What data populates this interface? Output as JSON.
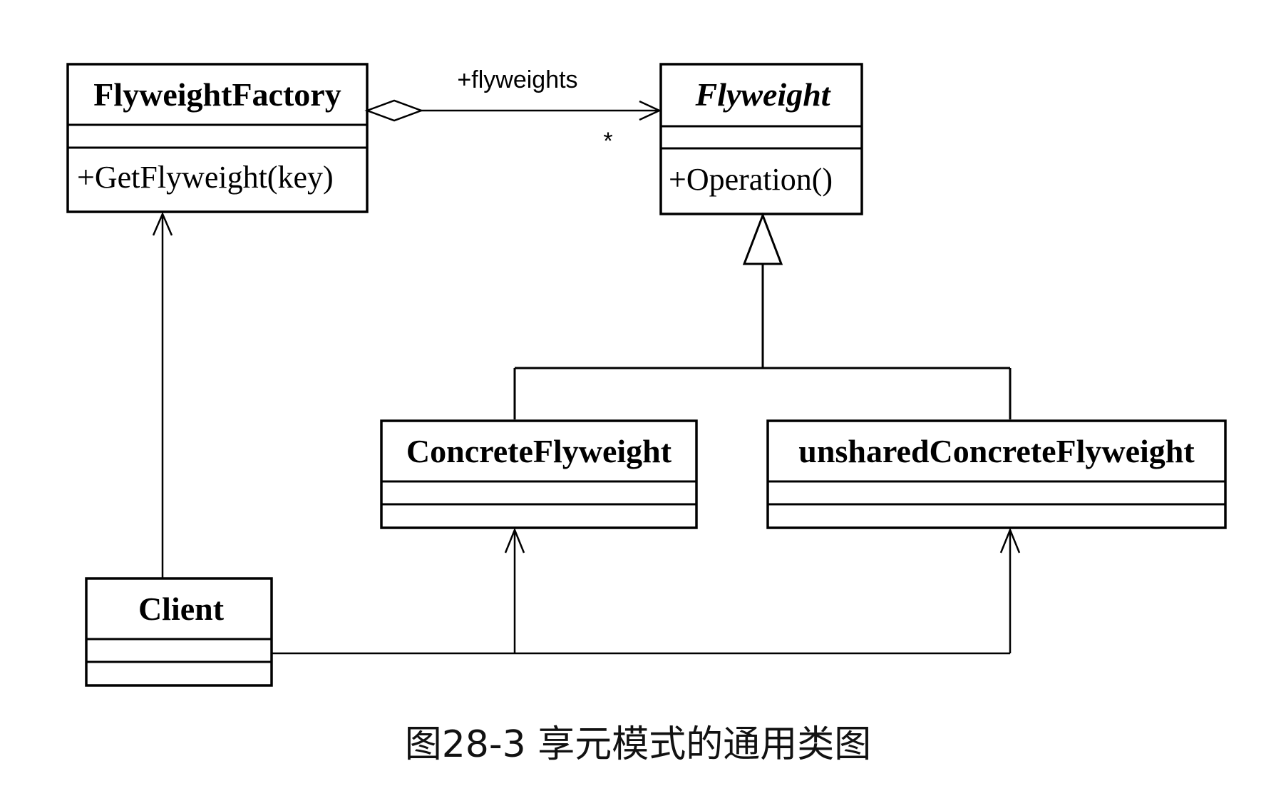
{
  "classes": {
    "flyweight_factory": {
      "name": "FlyweightFactory",
      "operation": "+GetFlyweight(key)"
    },
    "flyweight": {
      "name": "Flyweight",
      "operation": "+Operation()",
      "abstract": true
    },
    "concrete_flyweight": {
      "name": "ConcreteFlyweight"
    },
    "unshared_concrete_flyweight": {
      "name": "unsharedConcreteFlyweight"
    },
    "client": {
      "name": "Client"
    }
  },
  "aggregation": {
    "role": "+flyweights",
    "multiplicity": "*"
  },
  "caption": "图28-3 享元模式的通用类图",
  "colors": {
    "line": "#000000",
    "background": "#ffffff"
  }
}
